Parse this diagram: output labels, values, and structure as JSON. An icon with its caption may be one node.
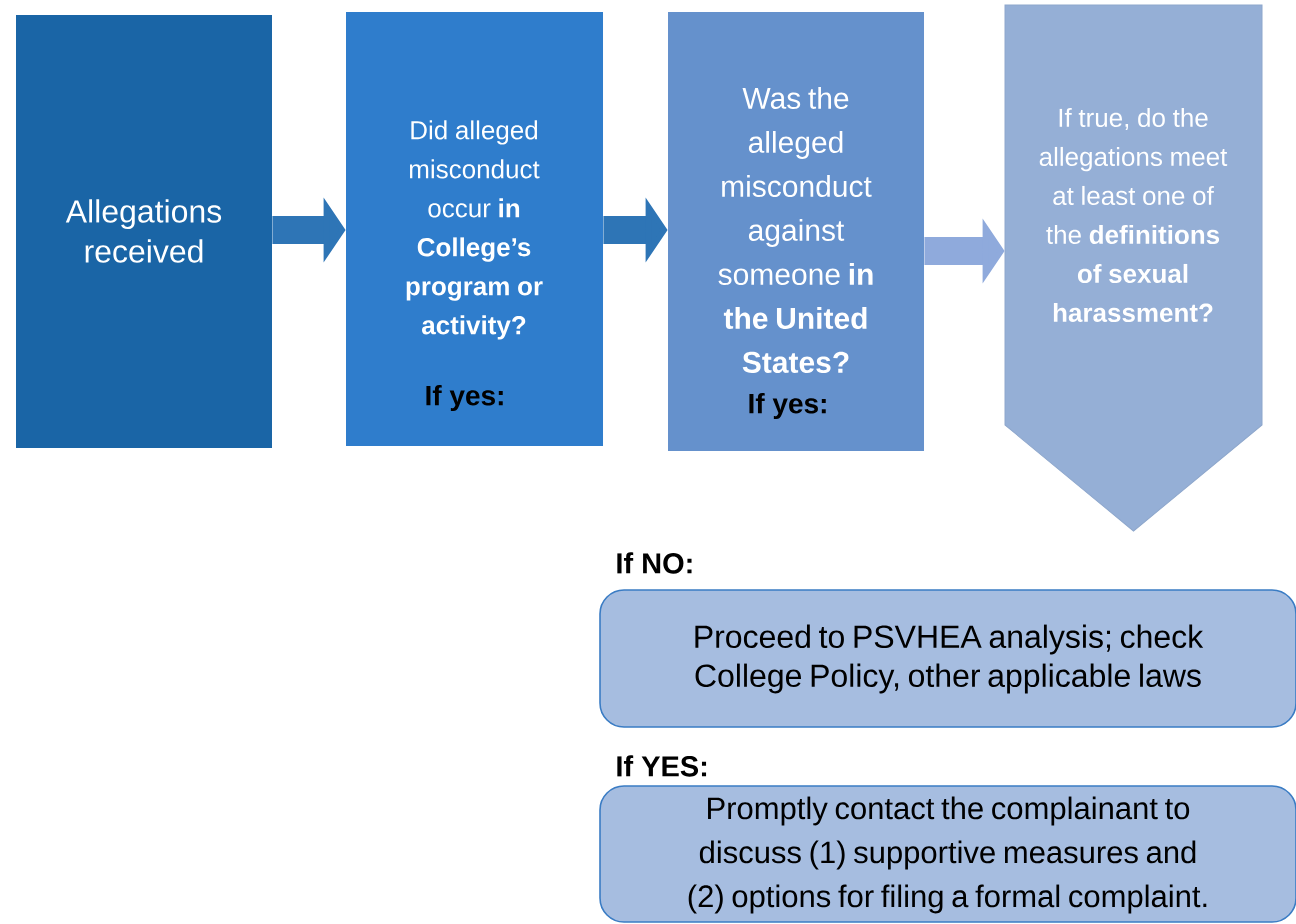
{
  "diagram": {
    "nodes": [
      {
        "text": [
          "Allegations received"
        ]
      },
      {
        "text": [
          "Did alleged misconduct occur **in College’s program or activity?**",
          "If yes:"
        ]
      },
      {
        "text": [
          "Was the alleged misconduct against someone **in the United States?**",
          "If yes:"
        ]
      },
      {
        "text": [
          "If true, do the allegations meet at least one of the **definitions of sexual harassment?**"
        ]
      },
      {
        "text": [
          "If NO:",
          "Proceed to PSVHEA analysis; check College Policy, other applicable laws"
        ]
      },
      {
        "text": [
          "If YES:",
          "Promptly contact the complainant to discuss (1) supportive measures and (2) options for filing a formal complaint."
        ]
      }
    ],
    "edges": [
      {
        "from": 0,
        "to": 1,
        "arrow": "to"
      },
      {
        "from": 1,
        "to": 2,
        "arrow": "to"
      },
      {
        "from": 2,
        "to": 3,
        "arrow": "to",
        "color": "#8faadc"
      }
    ]
  }
}
